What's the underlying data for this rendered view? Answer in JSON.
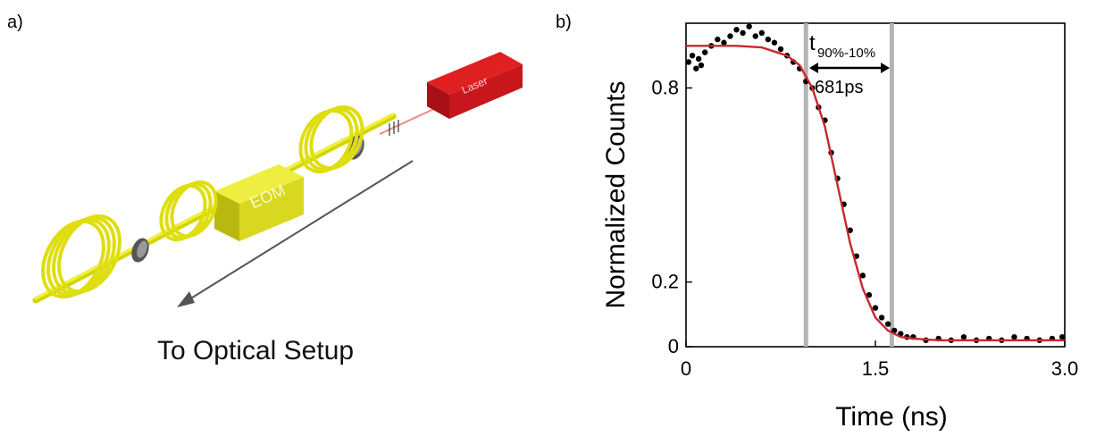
{
  "panel_a": {
    "label": "a)",
    "laser_label": "Laser",
    "eom_label": "EOM",
    "arrow_caption": "To Optical Setup"
  },
  "panel_b": {
    "label": "b)",
    "annotation_symbol": "t",
    "annotation_subscript": "90%-10%",
    "annotation_value": "681ps"
  },
  "colors": {
    "fiber_yellow": "#e6e600",
    "eom_yellow": "#d8d820",
    "laser_red": "#c8161d",
    "fit_red": "#c8282d",
    "marker_gray": "#b4b4b4",
    "data_black": "#000000"
  },
  "chart_data": {
    "type": "scatter",
    "xlabel": "Time (ns)",
    "ylabel": "Normalized Counts",
    "xlim": [
      0,
      3.0
    ],
    "ylim": [
      0,
      1.0
    ],
    "xticks": [
      0,
      1.5,
      3.0
    ],
    "xtick_labels": [
      "0",
      "1.5",
      "3.0"
    ],
    "yticks": [
      0,
      0.2,
      0.8
    ],
    "ytick_labels": [
      "0",
      "0.2",
      "0.8"
    ],
    "markers_x": [
      0.95,
      1.63
    ],
    "fit": {
      "name": "fit",
      "x": [
        0,
        0.2,
        0.4,
        0.6,
        0.8,
        0.9,
        1.0,
        1.1,
        1.2,
        1.3,
        1.4,
        1.5,
        1.6,
        1.7,
        1.8,
        2.0,
        2.5,
        3.0
      ],
      "y": [
        0.93,
        0.93,
        0.93,
        0.925,
        0.9,
        0.87,
        0.8,
        0.68,
        0.5,
        0.32,
        0.18,
        0.09,
        0.05,
        0.03,
        0.025,
        0.02,
        0.02,
        0.02
      ]
    },
    "measured": {
      "name": "data",
      "x": [
        0.02,
        0.05,
        0.08,
        0.1,
        0.12,
        0.15,
        0.2,
        0.25,
        0.3,
        0.35,
        0.4,
        0.45,
        0.5,
        0.55,
        0.6,
        0.65,
        0.7,
        0.75,
        0.8,
        0.85,
        0.9,
        0.95,
        1.0,
        1.05,
        1.1,
        1.15,
        1.2,
        1.25,
        1.3,
        1.35,
        1.4,
        1.45,
        1.5,
        1.55,
        1.6,
        1.65,
        1.7,
        1.75,
        1.8,
        1.9,
        2.0,
        2.1,
        2.2,
        2.3,
        2.4,
        2.5,
        2.6,
        2.7,
        2.8,
        2.9,
        2.98
      ],
      "y": [
        0.88,
        0.9,
        0.86,
        0.89,
        0.87,
        0.91,
        0.93,
        0.95,
        0.94,
        0.96,
        0.98,
        0.97,
        0.99,
        0.96,
        0.97,
        0.95,
        0.94,
        0.92,
        0.9,
        0.88,
        0.86,
        0.82,
        0.8,
        0.74,
        0.7,
        0.6,
        0.52,
        0.44,
        0.36,
        0.28,
        0.22,
        0.16,
        0.12,
        0.09,
        0.07,
        0.05,
        0.04,
        0.03,
        0.03,
        0.02,
        0.025,
        0.02,
        0.03,
        0.02,
        0.025,
        0.02,
        0.03,
        0.025,
        0.02,
        0.025,
        0.03
      ]
    }
  }
}
